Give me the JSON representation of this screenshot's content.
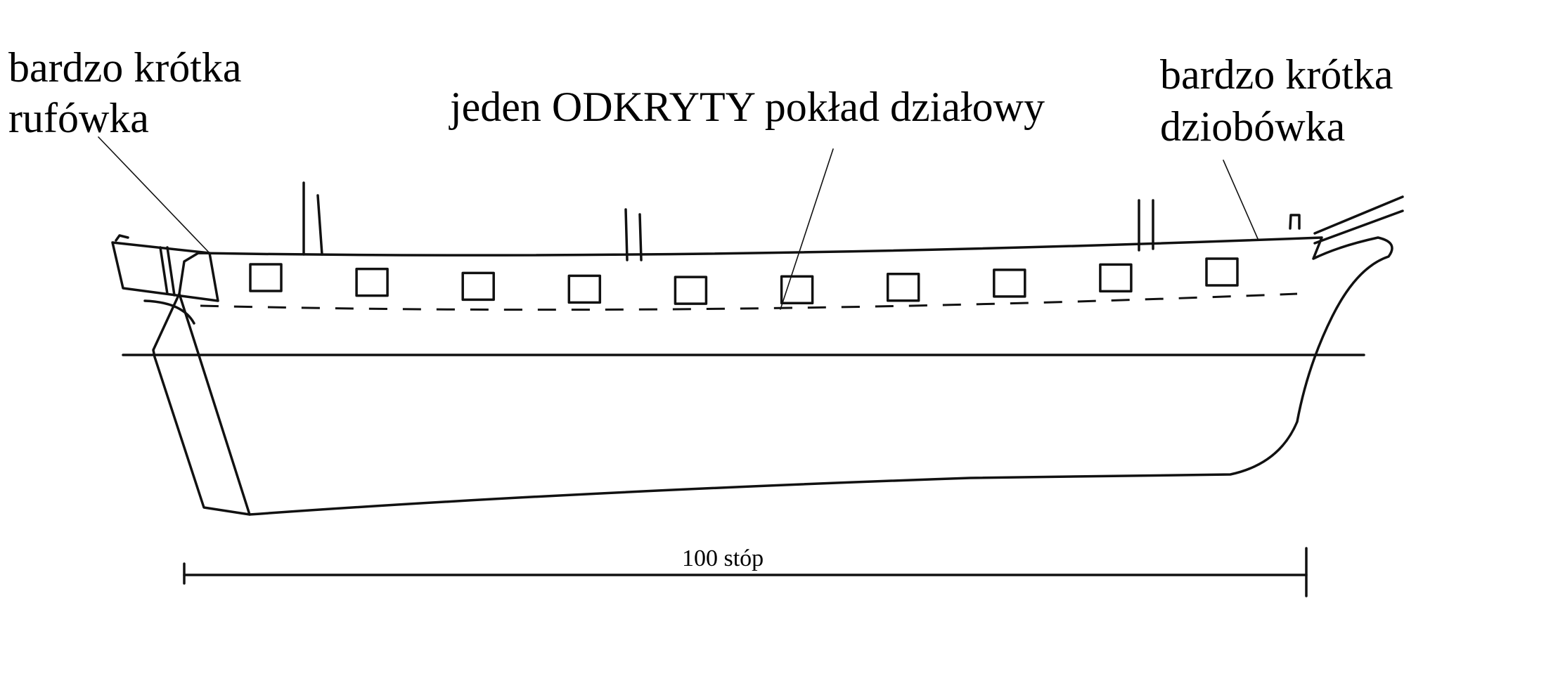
{
  "labels": {
    "stern": [
      "bardzo krótka",
      "rufówka"
    ],
    "deck": "jeden ODKRYTY pokład działowy",
    "bow": [
      "bardzo krótka",
      "dziobówka"
    ],
    "scale": "100 stóp"
  },
  "gunports_count": 10
}
